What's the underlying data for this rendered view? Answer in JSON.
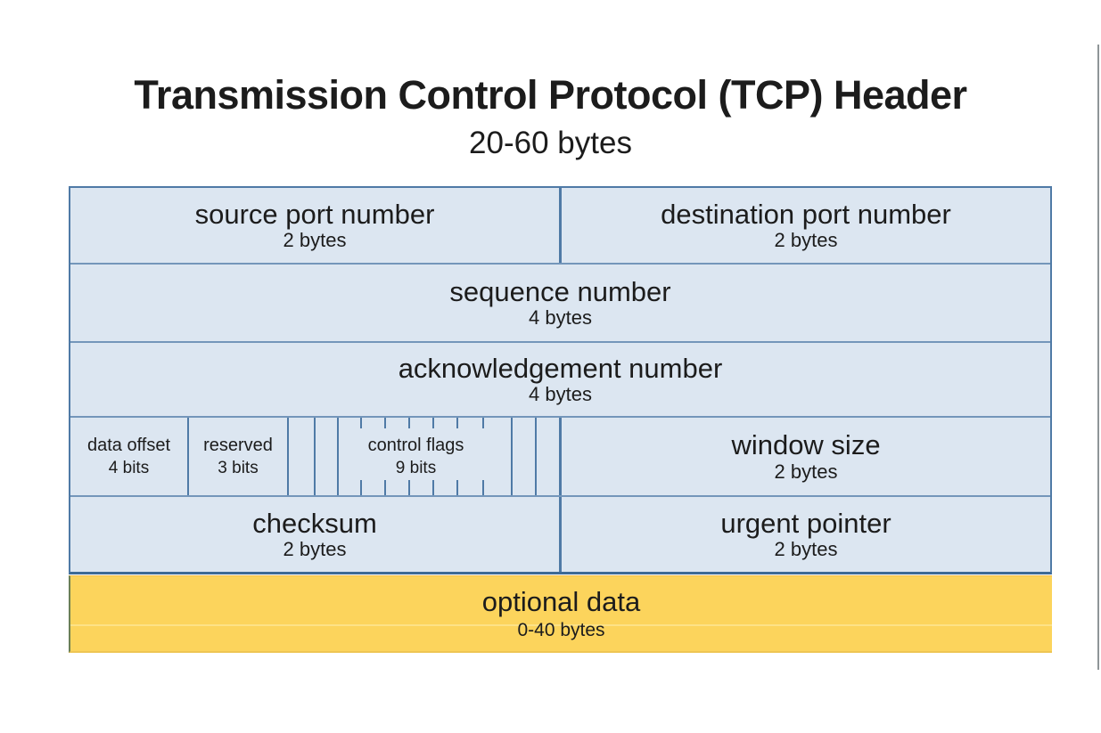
{
  "title": "Transmission Control Protocol (TCP) Header",
  "subtitle": "20-60 bytes",
  "table": {
    "rows": [
      {
        "cells": [
          {
            "label": "source port number",
            "size": "2 bytes"
          },
          {
            "label": "destination port number",
            "size": "2 bytes"
          }
        ]
      },
      {
        "cells": [
          {
            "label": "sequence number",
            "size": "4 bytes"
          }
        ]
      },
      {
        "cells": [
          {
            "label": "acknowledgement number",
            "size": "4 bytes"
          }
        ]
      },
      {
        "cells": [
          {
            "label": "data offset",
            "size": "4 bits"
          },
          {
            "label": "reserved",
            "size": "3 bits"
          },
          {
            "label": "control flags",
            "size": "9 bits"
          },
          {
            "label": "window size",
            "size": "2 bytes"
          }
        ]
      },
      {
        "cells": [
          {
            "label": "checksum",
            "size": "2 bytes"
          },
          {
            "label": "urgent pointer",
            "size": "2 bytes"
          }
        ]
      }
    ]
  },
  "optional_row": {
    "label": "optional data",
    "size": "0-40 bytes"
  },
  "colors": {
    "cell_fill": "#dce6f1",
    "border_blue": "#4f7aa6",
    "row_divider": "#7496ba",
    "optional_fill": "#fcd45c",
    "text": "#1c1c1c"
  }
}
